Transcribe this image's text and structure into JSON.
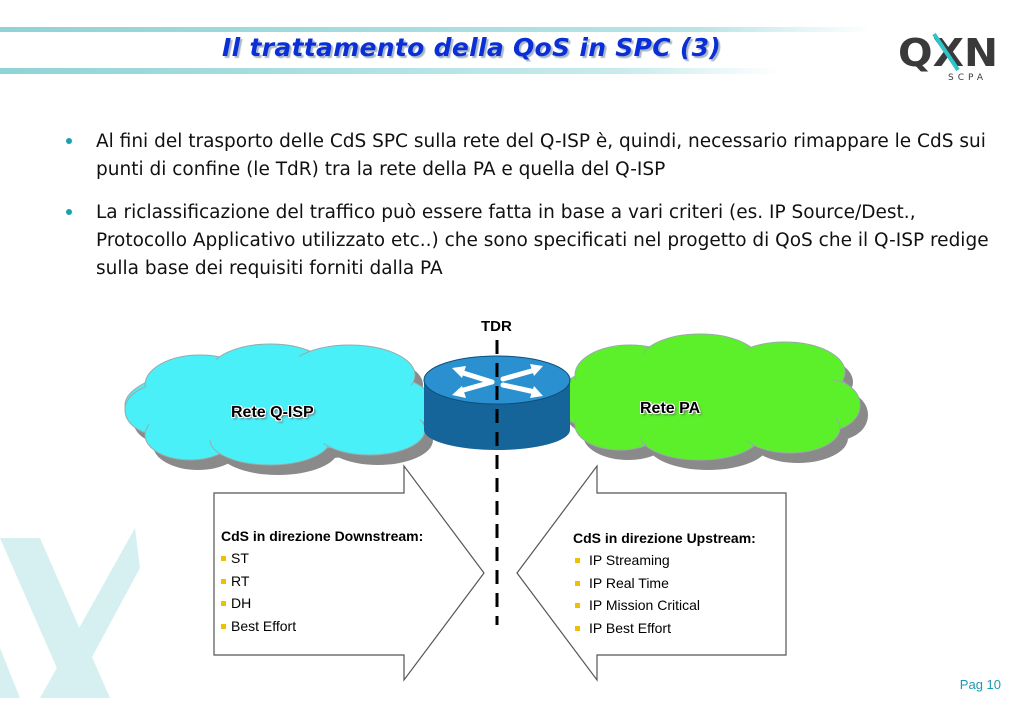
{
  "header": {
    "title": "Il trattamento della QoS in SPC (3)",
    "logo_main": "QXN",
    "logo_sub": "SCPA"
  },
  "bullets": [
    "Al fini del trasporto delle CdS SPC sulla rete del Q-ISP è, quindi, necessario rimappare le CdS sui punti di confine (le TdR) tra la rete della PA e quella del Q-ISP",
    "La riclassificazione del traffico può essere fatta in base a vari criteri (es. IP Source/Dest., Protocollo Applicativo utilizzato etc..) che sono specificati nel progetto di QoS che il Q-ISP redige sulla base dei requisiti forniti dalla PA"
  ],
  "diagram": {
    "tdr_label": "TDR",
    "cloud_left_label": "Rete Q-ISP",
    "cloud_right_label": "Rete PA",
    "downstream": {
      "heading": "CdS in direzione Downstream:",
      "items": [
        "ST",
        "RT",
        "DH",
        "Best Effort"
      ]
    },
    "upstream": {
      "heading": "CdS in direzione Upstream:",
      "items": [
        "IP Streaming",
        "IP Real Time",
        "IP Mission Critical",
        "IP Best Effort"
      ]
    }
  },
  "colors": {
    "title": "#0b2fd6",
    "cloud_left": "#49f0f8",
    "cloud_right": "#5cf02a",
    "router": "#1c7fbf",
    "accent": "#1aa1b0"
  },
  "footer": {
    "page_label": "Pag 10"
  }
}
